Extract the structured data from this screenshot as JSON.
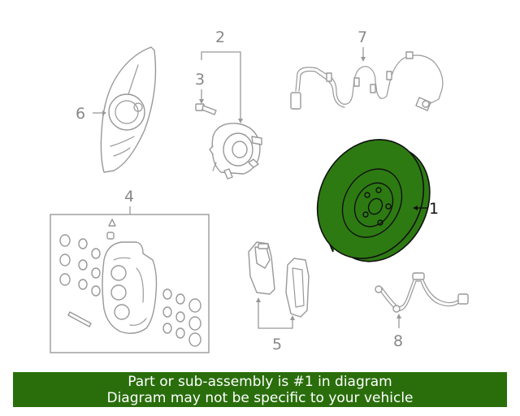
{
  "callouts": {
    "c1": "1",
    "c2": "2",
    "c3": "3",
    "c4": "4",
    "c5": "5",
    "c6": "6",
    "c7": "7",
    "c8": "8"
  },
  "banner": {
    "line1": "Part or sub-assembly is #1 in diagram",
    "line2": "Diagram may not be specific to your vehicle"
  },
  "colors": {
    "highlight_part": "#2d7a12",
    "banner_background": "#2a6e0c",
    "line_art": "#999999"
  }
}
